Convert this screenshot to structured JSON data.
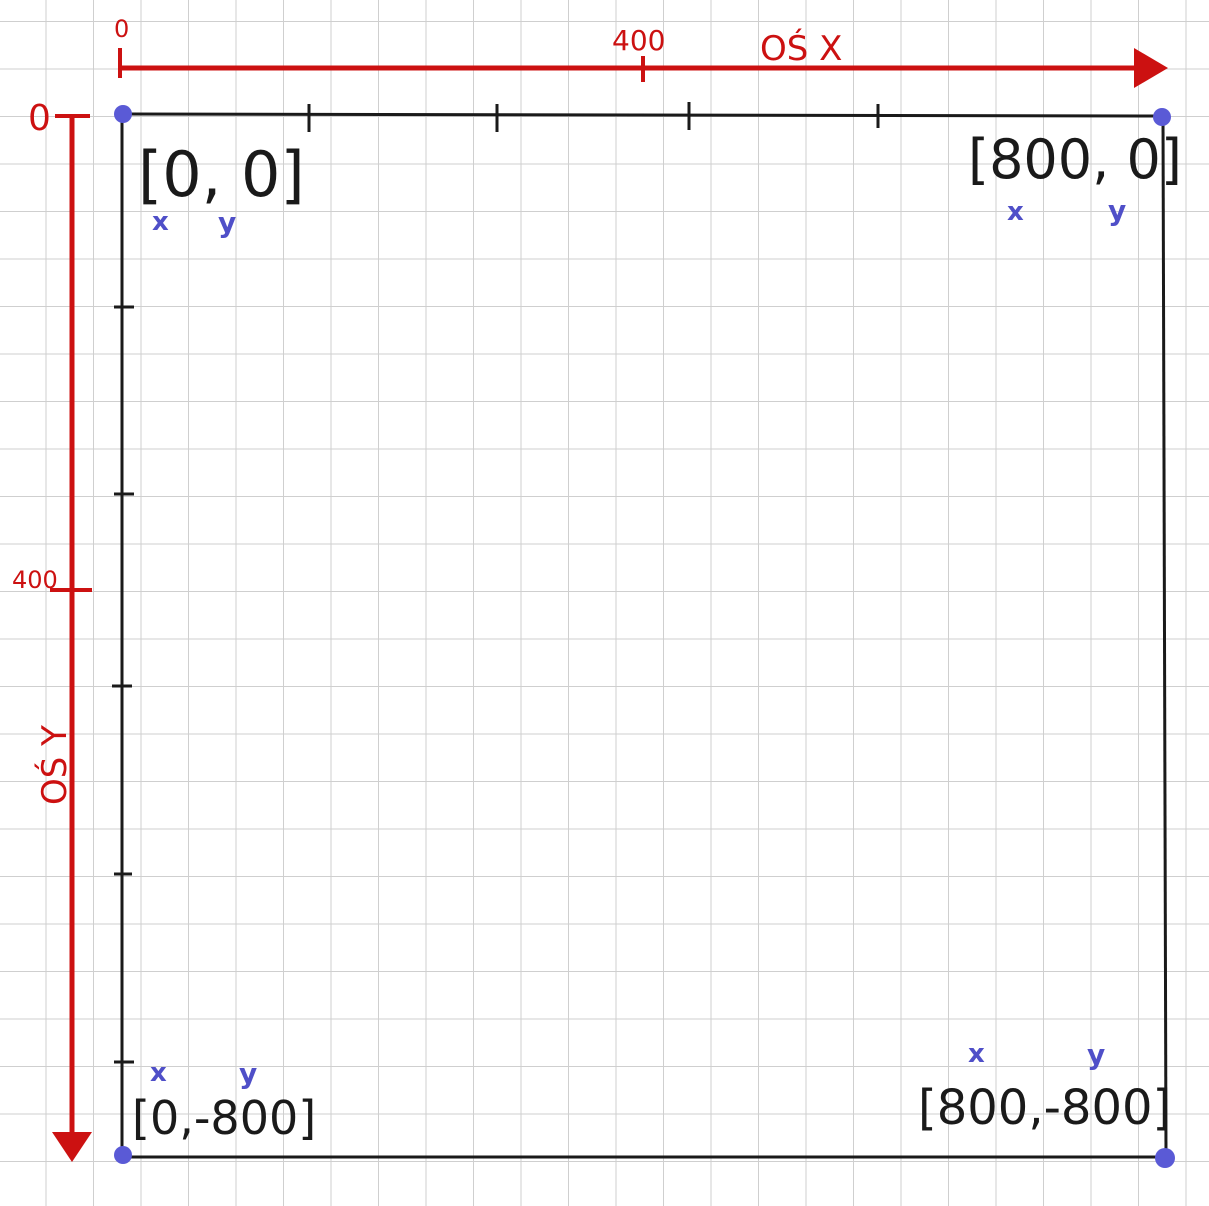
{
  "x_axis": {
    "origin_label": "0",
    "mid_label": "400",
    "title": "OŚ X"
  },
  "y_axis": {
    "origin_label": "0",
    "mid_label": "400",
    "title": "OŚ Y"
  },
  "corners": {
    "top_left": {
      "coord": "[0, 0]",
      "x_mark": "x",
      "y_mark": "y"
    },
    "top_right": {
      "coord": "[800, 0]",
      "x_mark": "x",
      "y_mark": "y"
    },
    "bottom_left": {
      "coord": "[0,-800]",
      "x_mark": "x",
      "y_mark": "y"
    },
    "bottom_right": {
      "coord": "[800,-800]",
      "x_mark": "x",
      "y_mark": "y"
    }
  },
  "colors": {
    "axis": "#cc1111",
    "frame": "#1a1a1a",
    "point": "#5a5ad6",
    "annotation": "#4f4fc8"
  }
}
